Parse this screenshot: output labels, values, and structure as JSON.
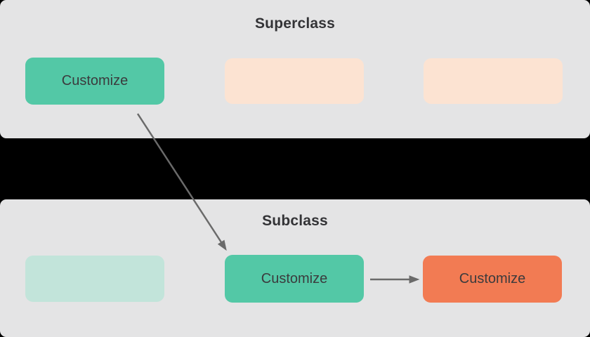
{
  "diagram": {
    "superclass": {
      "title": "Superclass",
      "boxes": [
        {
          "label": "Customize",
          "style": "green"
        },
        {
          "label": "",
          "style": "peach"
        },
        {
          "label": "",
          "style": "peach"
        }
      ]
    },
    "subclass": {
      "title": "Subclass",
      "boxes": [
        {
          "label": "",
          "style": "mint"
        },
        {
          "label": "Customize",
          "style": "green"
        },
        {
          "label": "Customize",
          "style": "orange"
        }
      ]
    },
    "arrows": [
      {
        "name": "superclass-to-subclass-arrow",
        "from": "Superclass Customize",
        "to": "Subclass Customize"
      },
      {
        "name": "subclass-chain-arrow",
        "from": "Subclass Customize (center)",
        "to": "Subclass Customize (right)"
      }
    ],
    "colors": {
      "page_background": "#000000",
      "panel_background": "#E4E4E5",
      "green": "#53C8A6",
      "peach": "#FCE3D2",
      "mint": "#C2E4DA",
      "orange": "#F27B53",
      "arrow": "#6A6A6A",
      "title_text": "#333336",
      "box_text": "#3B3B3D"
    }
  }
}
